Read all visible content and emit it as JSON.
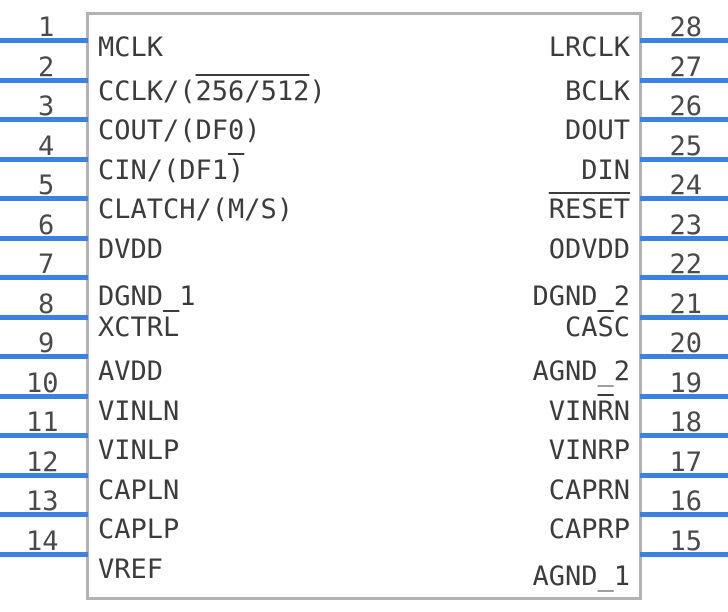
{
  "diagram": {
    "type": "ic-pinout",
    "package_outline_color": "#b3b3b3",
    "pin_line_color": "#3b82e0",
    "text_color": "#3c3c3c",
    "pin_count": 28,
    "left_pins": [
      {
        "number": "1",
        "label": "MCLK",
        "overline": ""
      },
      {
        "number": "2",
        "label": "CCLK/(256/512)",
        "overline": "256/512"
      },
      {
        "number": "3",
        "label": "COUT/(DF0)",
        "overline": ""
      },
      {
        "number": "4",
        "label": "CIN/(DF1)",
        "overline": ")"
      },
      {
        "number": "5",
        "label": "CLATCH/(M/S)",
        "overline": ""
      },
      {
        "number": "6",
        "label": "DVDD",
        "overline": ""
      },
      {
        "number": "7",
        "label": "DGND_1",
        "overline": ""
      },
      {
        "number": "8",
        "label": "XCTRL",
        "overline": "L"
      },
      {
        "number": "9",
        "label": "AVDD",
        "overline": ""
      },
      {
        "number": "10",
        "label": "VINLN",
        "overline": ""
      },
      {
        "number": "11",
        "label": "VINLP",
        "overline": ""
      },
      {
        "number": "12",
        "label": "CAPLN",
        "overline": ""
      },
      {
        "number": "13",
        "label": "CAPLP",
        "overline": ""
      },
      {
        "number": "14",
        "label": "VREF",
        "overline": ""
      }
    ],
    "right_pins": [
      {
        "number": "28",
        "label": "LRCLK",
        "overline": ""
      },
      {
        "number": "27",
        "label": "BCLK",
        "overline": ""
      },
      {
        "number": "26",
        "label": "DOUT",
        "overline": ""
      },
      {
        "number": "25",
        "label": "DIN",
        "overline": ""
      },
      {
        "number": "24",
        "label": "RESET",
        "overline": "RESET"
      },
      {
        "number": "23",
        "label": "ODVDD",
        "overline": ""
      },
      {
        "number": "22",
        "label": "DGND_2",
        "overline": ""
      },
      {
        "number": "21",
        "label": "CASC",
        "overline": "S"
      },
      {
        "number": "20",
        "label": "AGND_2",
        "overline": ""
      },
      {
        "number": "19",
        "label": "VINRN",
        "overline": "R"
      },
      {
        "number": "18",
        "label": "VINRP",
        "overline": ""
      },
      {
        "number": "17",
        "label": "CAPRN",
        "overline": ""
      },
      {
        "number": "16",
        "label": "CAPRP",
        "overline": ""
      },
      {
        "number": "15",
        "label": "AGND_1",
        "overline": ""
      }
    ]
  }
}
